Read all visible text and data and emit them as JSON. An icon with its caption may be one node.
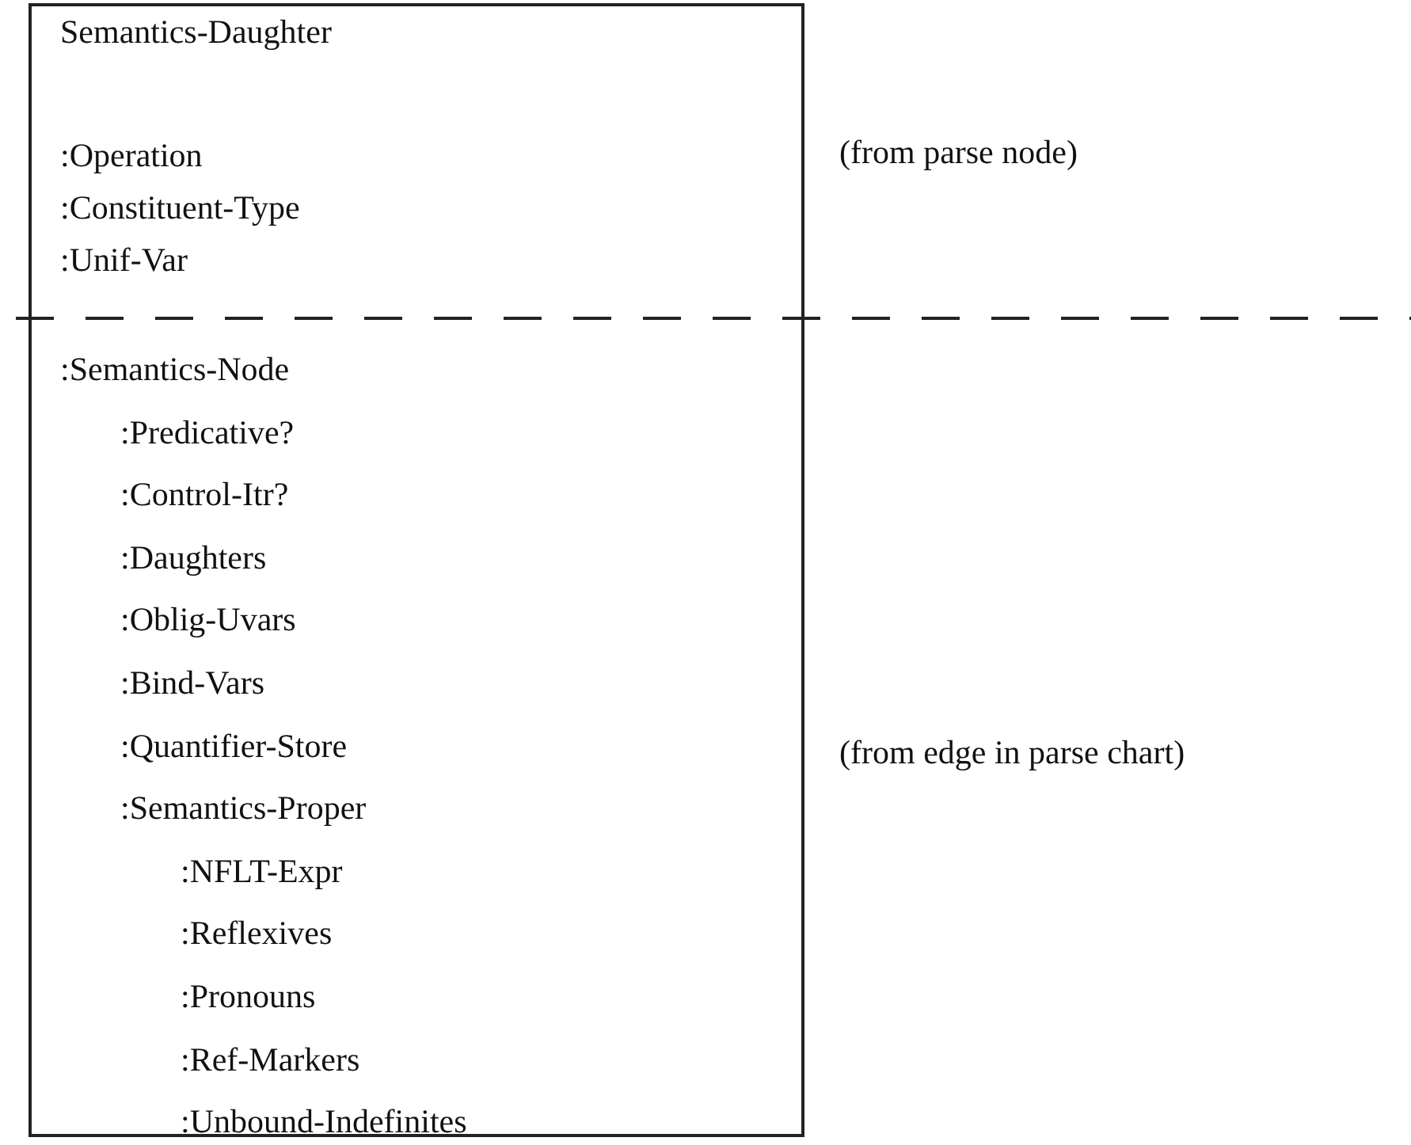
{
  "diagram": {
    "nodes": [
      {
        "text": [
          "Semantics-Daughter",
          ":Operation",
          ":Constituent-Type",
          ":Unif-Var",
          ":Semantics-Node",
          ":Predicative?",
          ":Control-Itr?",
          ":Daughters",
          ":Oblig-Uvars",
          ":Bind-Vars",
          ":Quantifier-Store",
          ":Semantics-Proper",
          ":NFLT-Expr",
          ":Reflexives",
          ":Pronouns",
          ":Ref-Markers",
          ":Unbound-Indefinites"
        ]
      }
    ],
    "labels": [
      "(from parse node)",
      "(from edge in parse chart)"
    ]
  }
}
